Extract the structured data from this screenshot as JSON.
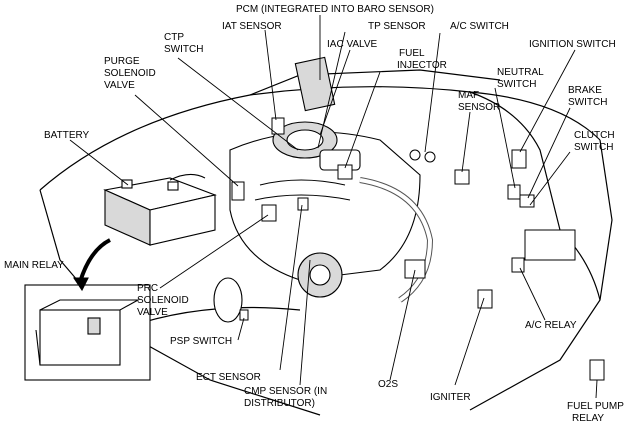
{
  "labels": {
    "pcm": "PCM (INTEGRATED INTO BARO SENSOR)",
    "iat_sensor": "IAT SENSOR",
    "tp_sensor": "TP SENSOR",
    "ac_switch": "A/C SWITCH",
    "ignition_switch": "IGNITION SWITCH",
    "ctp_switch": [
      "CTP",
      "SWITCH"
    ],
    "iac_valve": "IAC VALVE",
    "fuel_injector": [
      "FUEL",
      "INJECTOR"
    ],
    "purge_solenoid_valve": [
      "PURGE",
      "SOLENOID",
      "VALVE"
    ],
    "neutral_switch": [
      "NEUTRAL",
      "SWITCH"
    ],
    "maf_sensor": [
      "MAF",
      "SENSOR"
    ],
    "brake_switch": [
      "BRAKE",
      "SWITCH"
    ],
    "battery": "BATTERY",
    "clutch_switch": [
      "CLUTCH",
      "SWITCH"
    ],
    "main_relay": "MAIN RELAY",
    "prc_solenoid_valve": [
      "PRC",
      "SOLENOID",
      "VALVE"
    ],
    "ac_relay": "A/C RELAY",
    "psp_switch": "PSP SWITCH",
    "ect_sensor": "ECT SENSOR",
    "cmp_sensor": [
      "CMP SENSOR (IN",
      "DISTRIBUTOR)"
    ],
    "o2s": "O2S",
    "igniter": "IGNITER",
    "fuel_pump_relay": [
      "FUEL PUMP",
      "RELAY"
    ]
  },
  "colors": {
    "line": "#000000",
    "background": "#ffffff",
    "shade": "#d9d9d9"
  }
}
